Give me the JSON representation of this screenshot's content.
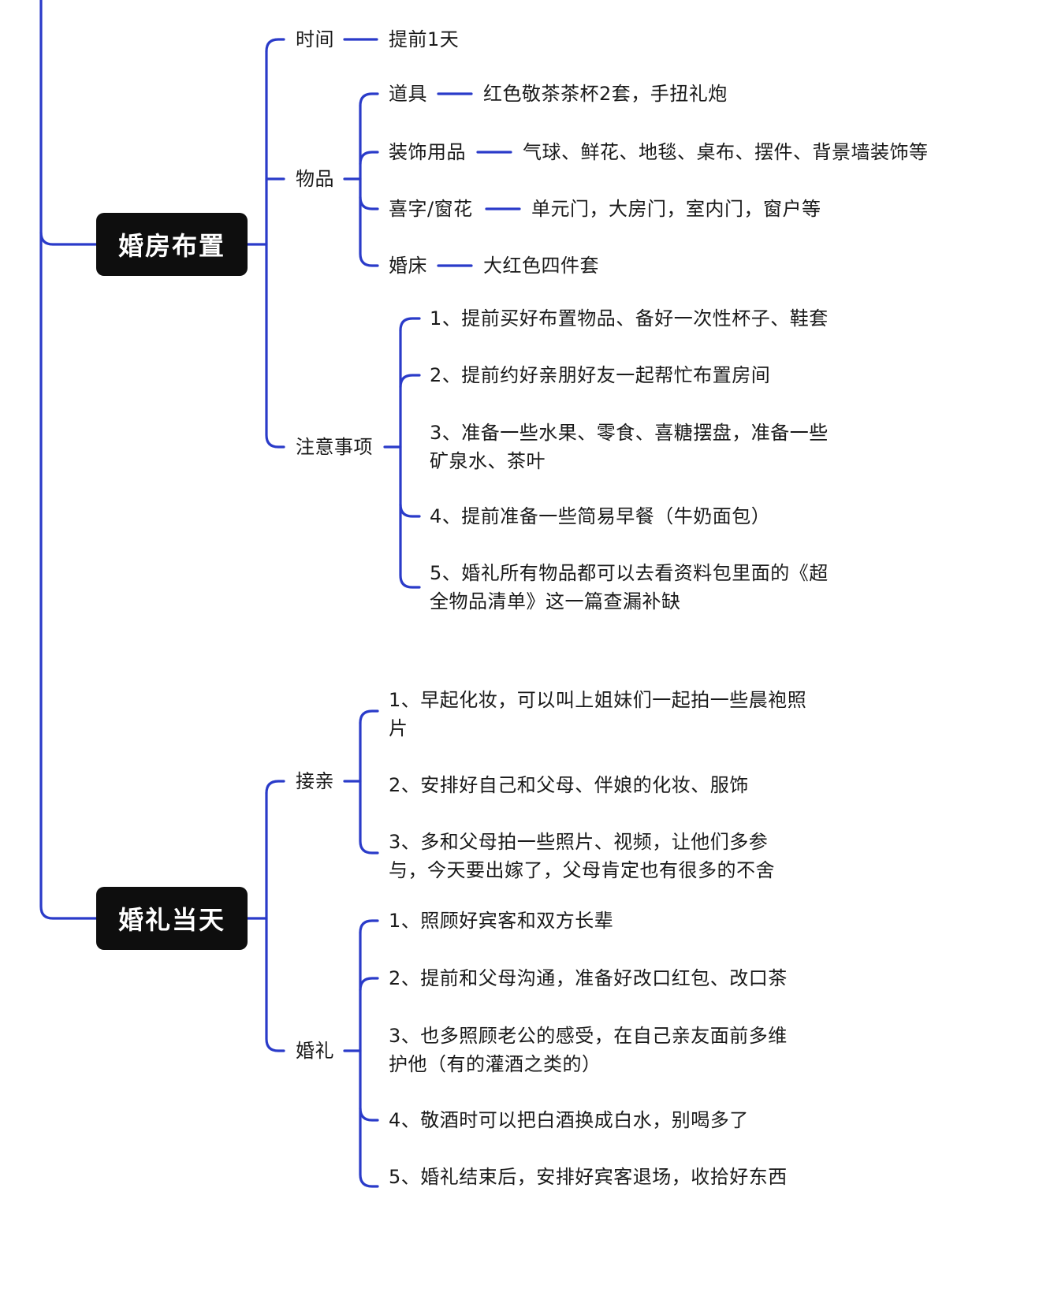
{
  "colors": {
    "line": "#2a3bc9",
    "root_bg": "#0e0e0e",
    "root_text": "#ffffff",
    "text": "#1a1a1a"
  },
  "sections": [
    {
      "title": "婚房布置",
      "branches": [
        {
          "label": "时间",
          "value": "提前1天"
        },
        {
          "label": "物品",
          "items": [
            {
              "label": "道具",
              "value": "红色敬茶茶杯2套，手扭礼炮"
            },
            {
              "label": "装饰用品",
              "value": "气球、鲜花、地毯、桌布、摆件、背景墙装饰等"
            },
            {
              "label": "喜字/窗花",
              "value": "单元门，大房门，室内门，窗户等"
            },
            {
              "label": "婚床",
              "value": "大红色四件套"
            }
          ]
        },
        {
          "label": "注意事项",
          "notes": [
            "1、提前买好布置物品、备好一次性杯子、鞋套",
            "2、提前约好亲朋好友一起帮忙布置房间",
            "3、准备一些水果、零食、喜糖摆盘，准备一些矿泉水、茶叶",
            "4、提前准备一些简易早餐（牛奶面包）",
            "5、婚礼所有物品都可以去看资料包里面的《超全物品清单》这一篇查漏补缺"
          ]
        }
      ]
    },
    {
      "title": "婚礼当天",
      "branches": [
        {
          "label": "接亲",
          "notes": [
            "1、早起化妆，可以叫上姐妹们一起拍一些晨袍照片",
            "2、安排好自己和父母、伴娘的化妆、服饰",
            "3、多和父母拍一些照片、视频，让他们多参与，今天要出嫁了，父母肯定也有很多的不舍"
          ]
        },
        {
          "label": "婚礼",
          "notes": [
            "1、照顾好宾客和双方长辈",
            "2、提前和父母沟通，准备好改口红包、改口茶",
            "3、也多照顾老公的感受，在自己亲友面前多维护他（有的灌酒之类的）",
            "4、敬酒时可以把白酒换成白水，别喝多了",
            "5、婚礼结束后，安排好宾客退场，收拾好东西"
          ]
        }
      ]
    }
  ]
}
